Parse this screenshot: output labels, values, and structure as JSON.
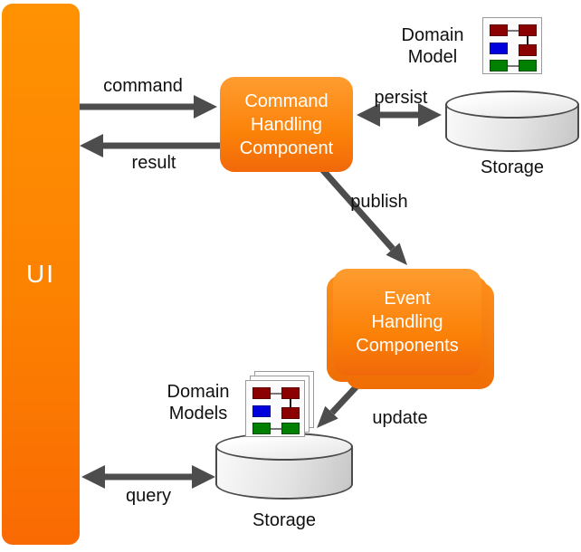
{
  "title": "CQRS architecture diagram",
  "nodes": {
    "ui": {
      "label": "UI"
    },
    "command_handler": {
      "lines": [
        "Command",
        "Handling",
        "Component"
      ]
    },
    "event_handlers": {
      "lines": [
        "Event",
        "Handling",
        "Components"
      ]
    },
    "storage_top": {
      "label": "Storage"
    },
    "storage_bottom": {
      "label": "Storage"
    },
    "domain_model": {
      "lines": [
        "Domain",
        "Model"
      ]
    },
    "domain_models": {
      "lines": [
        "Domain",
        "Models"
      ]
    }
  },
  "edges": {
    "command": {
      "label": "command",
      "from": "ui",
      "to": "command_handler",
      "direction": "right"
    },
    "result": {
      "label": "result",
      "from": "command_handler",
      "to": "ui",
      "direction": "left"
    },
    "persist": {
      "label": "persist",
      "from": "command_handler",
      "to": "storage_top",
      "direction": "both"
    },
    "publish": {
      "label": "publish",
      "from": "command_handler",
      "to": "event_handlers",
      "direction": "down-right"
    },
    "update": {
      "label": "update",
      "from": "event_handlers",
      "to": "storage_bottom",
      "direction": "down-left"
    },
    "query": {
      "label": "query",
      "from": "ui",
      "to": "storage_bottom",
      "direction": "both"
    }
  },
  "colors": {
    "orange_top": "#FF9C30",
    "orange_bottom": "#F1680A",
    "ui_bar_top": "#FF9203",
    "ui_bar_bottom": "#F96A02",
    "arrow_gray": "#4D4D4D",
    "cylinder_stroke": "#4A4A4A",
    "cylinder_fill_light": "#FAFAFA",
    "cylinder_fill_dark": "#C6C6C6",
    "icon_maroon": "#8B0000",
    "icon_blue": "#0000DD",
    "icon_green": "#008000",
    "label_text": "#101010",
    "node_text": "#FFFFFF"
  }
}
